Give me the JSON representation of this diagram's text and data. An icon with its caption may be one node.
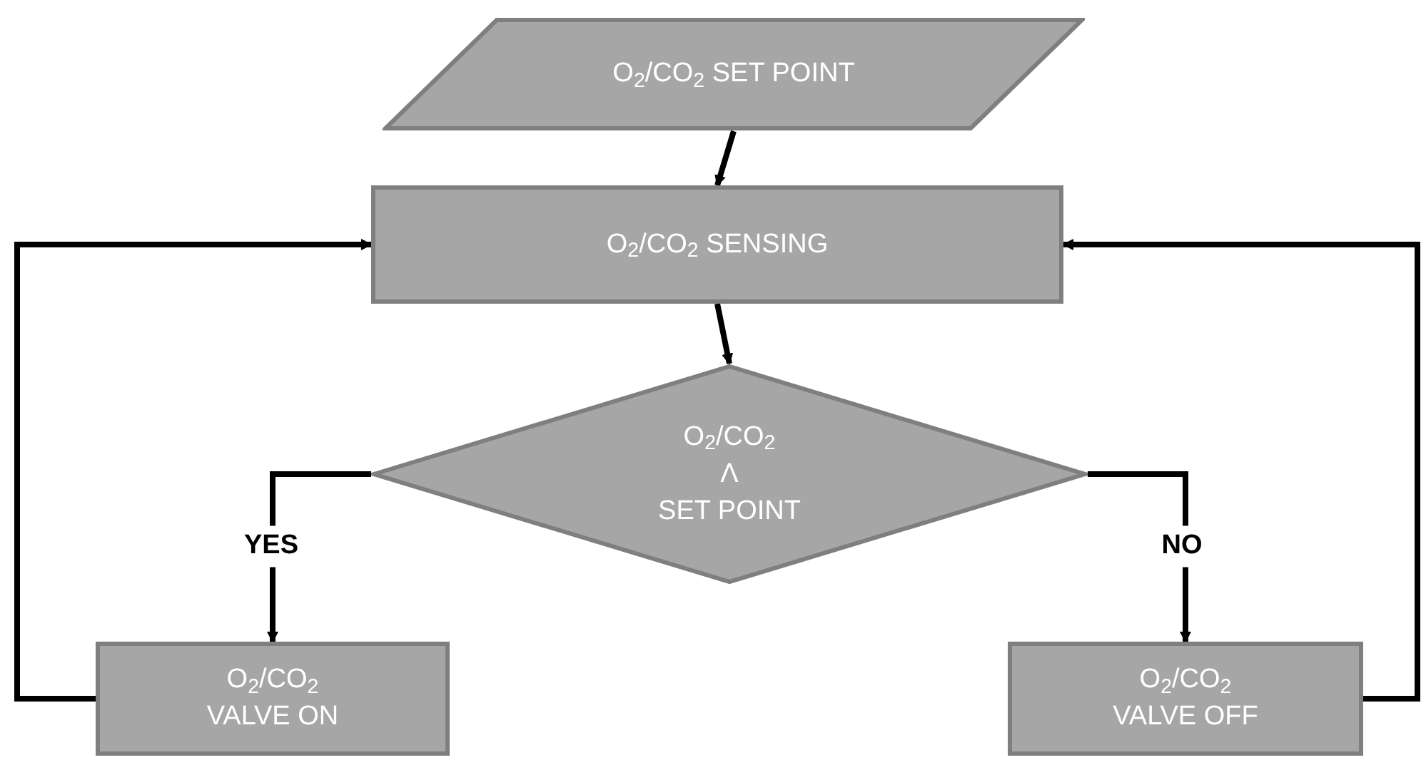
{
  "diagram": {
    "nodes": [
      {
        "text": [
          "O$_{2}$/CO$_{2}$ SET POINT"
        ]
      },
      {
        "text": [
          "O$_{2}$/CO$_{2}$ SENSING"
        ]
      },
      {
        "text": [
          "O$_{2}$/CO$_{2}$",
          "Λ",
          "SET POINT"
        ]
      },
      {
        "text": [
          "O$_{2}$/CO$_{2}$ VALVE ON"
        ]
      },
      {
        "text": [
          "O$_{2}$/CO$_{2}$ VALVE OFF"
        ]
      }
    ],
    "edges": [
      {
        "from": 0,
        "to": 1,
        "arrow": "to"
      },
      {
        "from": 1,
        "to": 2,
        "arrow": "to"
      },
      {
        "from": 2,
        "to": 3,
        "arrow": "to",
        "label": "YES"
      },
      {
        "from": 2,
        "to": 4,
        "arrow": "to",
        "label": "NO"
      },
      {
        "from": 3,
        "to": 1,
        "arrow": "to"
      },
      {
        "from": 4,
        "to": 1,
        "arrow": "to"
      }
    ]
  }
}
